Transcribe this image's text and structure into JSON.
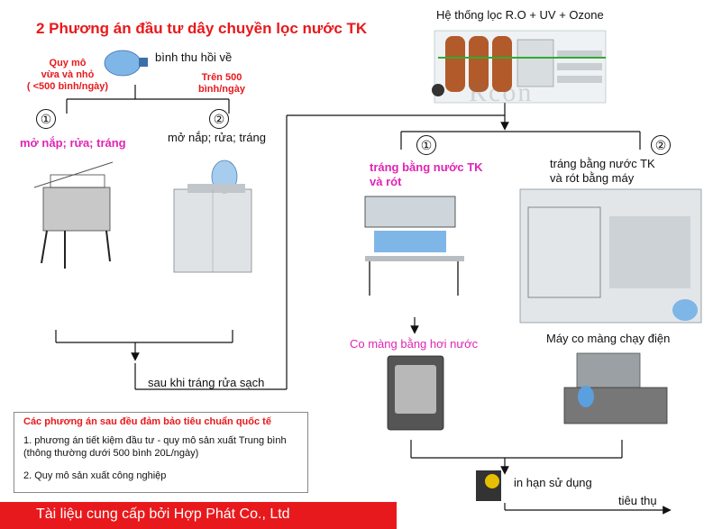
{
  "title": "2 Phương án đầu tư dây chuyền lọc nước TK",
  "system_label": "Hệ thống lọc R.O + UV + Ozone",
  "watermark": "Rcon",
  "returned_bottle": "bình thu hồi về",
  "small_scale": "Quy mô\nvừa và nhỏ\n( <500 bình/ngày)",
  "large_scale": "Trên 500\nbình/ngày",
  "left_branch": {
    "num1": "①",
    "num2": "②",
    "step1": "mở nắp; rửa; tráng",
    "step2": "mở nắp; rửa; tráng"
  },
  "after_wash": "sau khi tráng rửa sạch",
  "right_branch": {
    "num1": "①",
    "num2": "②",
    "fill1": "tráng bằng nước TK\nvà rót",
    "fill2": "tráng bằng nước TK\nvà rót bằng máy",
    "shrink1": "Co màng bằng hơi nước",
    "shrink2": "Máy co màng chạy điện"
  },
  "print_date": "in hạn sử dụng",
  "consume": "tiêu thụ",
  "notes": {
    "title": "Các phương án sau đều đảm bảo tiêu chuẩn quốc tế",
    "item1": "1. phương án tiết kiệm đầu tư - quy mô sản xuất Trung bình (thông thường dưới 500 bình 20L/ngày)",
    "item2": "2. Quy mô sản xuất công nghiệp"
  },
  "footer": "Tài liệu cung cấp bởi Hợp Phát Co., Ltd",
  "colors": {
    "accent_red": "#e8191c",
    "magenta": "#e024b4"
  }
}
